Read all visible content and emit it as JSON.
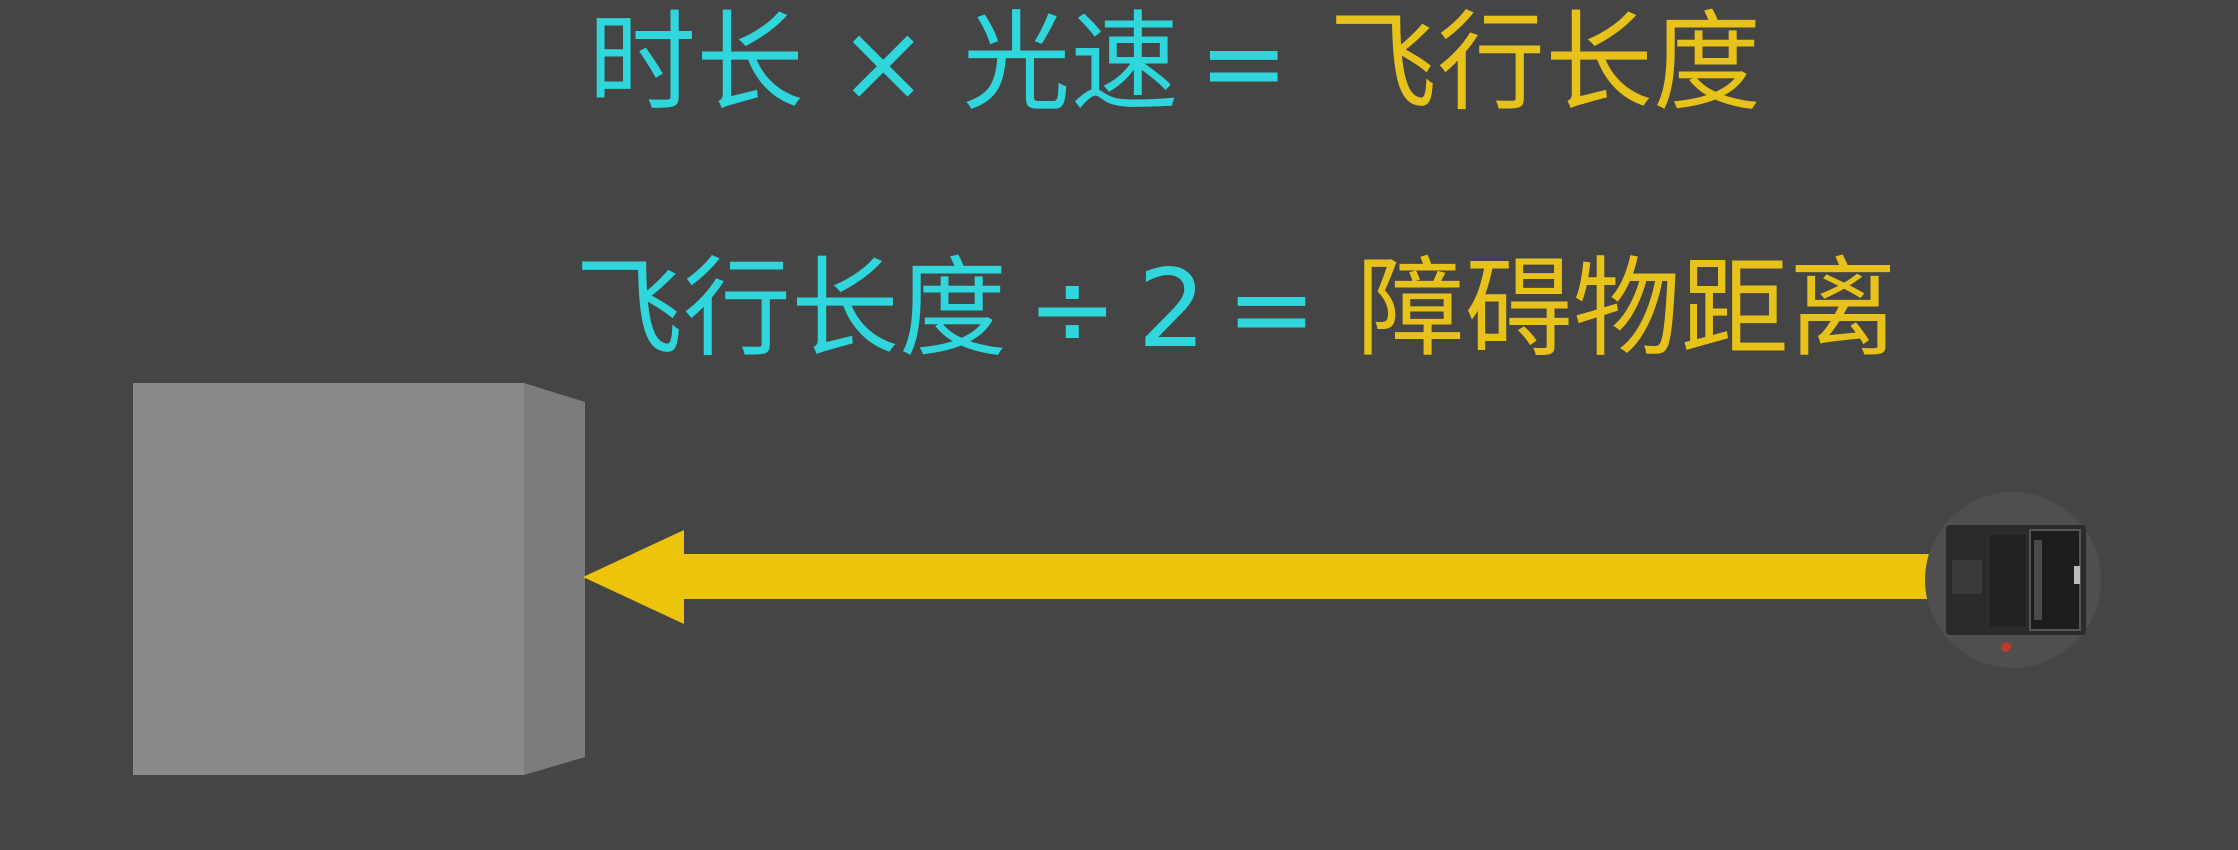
{
  "formulas": [
    {
      "lhs_a": "时长",
      "op1": "×",
      "lhs_b": "光速",
      "eq": "=",
      "rhs": "飞行长度"
    },
    {
      "lhs_a": "飞行长度",
      "op1": "÷",
      "lhs_b": "2",
      "eq": "=",
      "rhs": "障碍物距离"
    }
  ],
  "colors": {
    "background": "#454545",
    "cyan_text": "#2fd6dc",
    "yellow_text": "#e6c21a",
    "arrow": "#ecc40c",
    "obstacle_front": "#8a8a8a",
    "obstacle_side": "#7c7c7c",
    "sensor_disc": "#4f4f4f",
    "sensor_body": "#2b2b2b"
  },
  "icons": {
    "obstacle": "gray-box-icon",
    "sensor": "robot-sensor-icon",
    "arrow": "left-arrow-icon"
  }
}
